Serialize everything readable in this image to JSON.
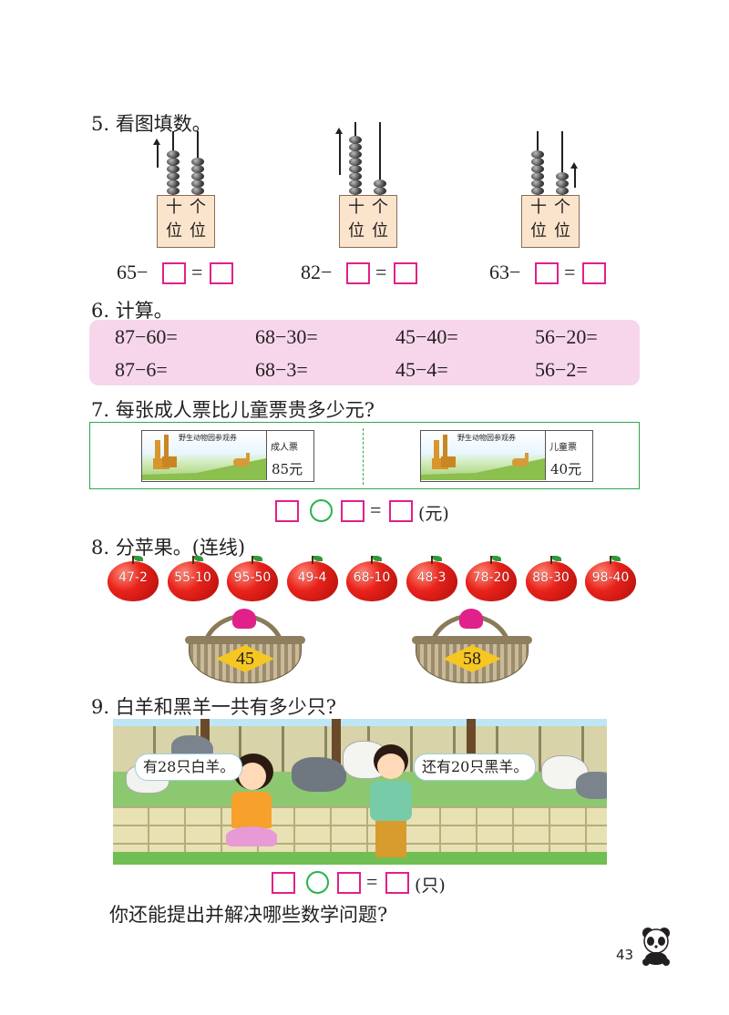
{
  "q5": {
    "title": "5. 看图填数。",
    "plate_tens": "十",
    "plate_ones": "个",
    "plate_wei": "位",
    "items": [
      {
        "expr": "65−",
        "tens": 6,
        "ones": 5
      },
      {
        "expr": "82−",
        "tens": 8,
        "ones": 2
      },
      {
        "expr": "63−",
        "tens": 6,
        "ones": 3
      }
    ],
    "equals": "="
  },
  "q6": {
    "title": "6. 计算。",
    "rows": [
      [
        "87−60=",
        "68−30=",
        "45−40=",
        "56−20="
      ],
      [
        "87−6=",
        "68−3=",
        "45−4=",
        "56−2="
      ]
    ]
  },
  "q7": {
    "title": "7. 每张成人票比儿童票贵多少元?",
    "ticket_title": "野生动物园参观券",
    "tickets": [
      {
        "kind": "成人票",
        "price": "85元"
      },
      {
        "kind": "儿童票",
        "price": "40元"
      }
    ],
    "equals": "=",
    "unit": "(元)"
  },
  "q8": {
    "title": "8. 分苹果。(连线)",
    "apples": [
      "47-2",
      "55-10",
      "95-50",
      "49-4",
      "68-10",
      "48-3",
      "78-20",
      "88-30",
      "98-40"
    ],
    "baskets": [
      "45",
      "58"
    ]
  },
  "q9": {
    "title": "9. 白羊和黑羊一共有多少只?",
    "girl_says": "有28只白羊。",
    "boy_says": "还有20只黑羊。",
    "equals": "=",
    "unit": "(只)",
    "followup": "你还能提出并解决哪些数学问题?"
  },
  "page_number": "43",
  "colors": {
    "box": "#e0218a",
    "circle": "#29b34a",
    "calc_panel": "#f7d6ec",
    "apple": "#e8231b",
    "frame": "#2fa84a"
  }
}
